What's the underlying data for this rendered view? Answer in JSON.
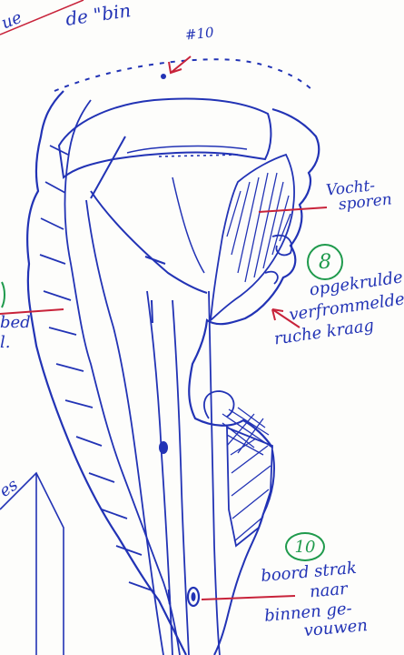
{
  "annotations": {
    "top_fragment": "de \"bin",
    "top_left_fragment": "ue",
    "marker_ten": "#10",
    "moisture": [
      "Vocht-",
      "sporen"
    ],
    "item_8_number": "8",
    "item_8_text": [
      "opgekrulde",
      "verfrommelde",
      "ruche kraag"
    ],
    "left_fragment": [
      "bed",
      "l."
    ],
    "bottom_left_fragment": "es",
    "item_10_number": "10",
    "item_10_text": [
      "boord strak",
      "naar",
      "binnen ge-",
      "vouwen"
    ]
  },
  "colors": {
    "ink_blue": "#2233b5",
    "ink_red": "#c8233a",
    "ink_green": "#1f9a4c",
    "paper": "#fdfdfb"
  }
}
